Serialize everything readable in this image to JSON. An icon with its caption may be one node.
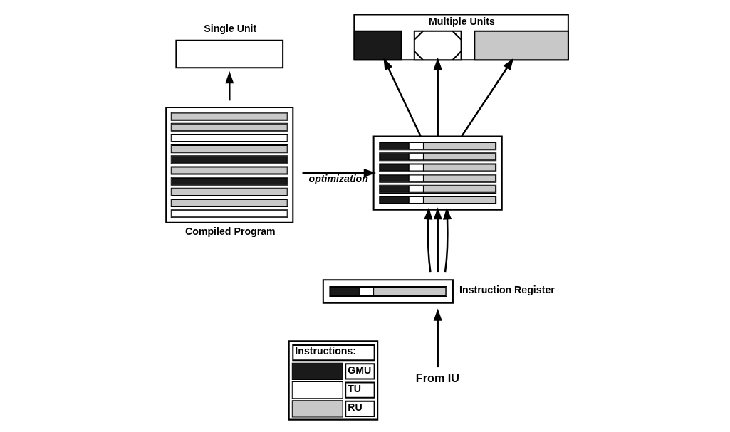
{
  "diagram": {
    "nodes": [
      {
        "text": [
          "Single Unit"
        ]
      },
      {
        "text": [
          "Compiled Program"
        ]
      },
      {
        "text": [
          "Multiple Units"
        ]
      },
      {
        "text": [],
        "shape": "box",
        "in": 2
      },
      {
        "text": [],
        "shape": "box",
        "in": 2
      },
      {
        "text": [],
        "shape": "box",
        "in": 2
      },
      {
        "text": [],
        "shape": "box"
      },
      {
        "text": [
          "Instruction Register"
        ]
      },
      {
        "text": [
          "From IU"
        ]
      }
    ],
    "edges": [
      {
        "from": 1,
        "to": 0,
        "arrow": "to"
      },
      {
        "from": 1,
        "to": 6,
        "arrow": "to",
        "label": "optimization"
      },
      {
        "from": 6,
        "to": 3,
        "arrow": "to"
      },
      {
        "from": 6,
        "to": 4,
        "arrow": "to"
      },
      {
        "from": 6,
        "to": 5,
        "arrow": "to"
      },
      {
        "from": 7,
        "to": 6,
        "arrow": "to"
      },
      {
        "from": 7,
        "to": 6,
        "arrow": "to"
      },
      {
        "from": 7,
        "to": 6,
        "arrow": "to"
      },
      {
        "from": 8,
        "to": 7,
        "arrow": "to"
      }
    ],
    "labels": [
      "Instructions:"
    ],
    "legend": [
      {
        "text": "GMU",
        "color": "#1a1a1a"
      },
      {
        "text": "TU"
      },
      {
        "text": "RU",
        "color": "#c8c8c8"
      }
    ]
  }
}
